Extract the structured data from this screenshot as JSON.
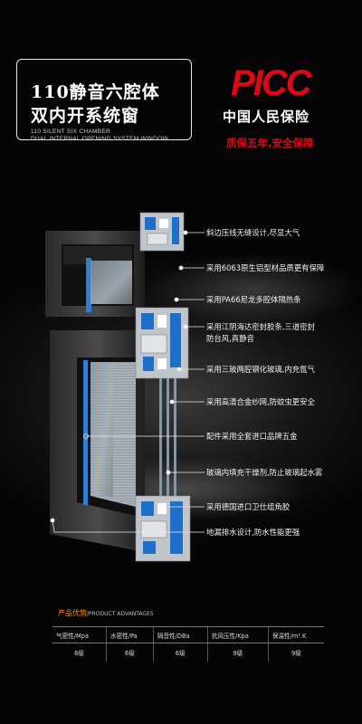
{
  "title": {
    "line1": "110静音六腔体",
    "line2": "双内开系统窗",
    "sub_en_1": "110 SILENT SIX CHAMBER",
    "sub_en_2": "DUAL INTERNAL OPENING SYSTEM WINDOW"
  },
  "brand": {
    "logo": "PICC",
    "name_cn": "中国人民保险",
    "guarantee": "质保五年,安全保障",
    "color": "#e10613"
  },
  "callouts": [
    "斜边压线无缝设计,尽显大气",
    "采用6063原生铝型材品质更有保障",
    "采用PA66尼龙多腔体隔热条",
    "采用江阴海达密封胶条,三道密封",
    "防台风,真静音",
    "采用三玻两腔钢化玻璃,内充氩气",
    "采用高清合金纱网,防蚊虫更安全",
    "配件采用全套进口品牌五金",
    "玻璃内填充干燥剂,防止玻璃起水雾",
    "采用德国进口卫仕组角胶",
    "地漏排水设计,防水性能更强"
  ],
  "advantages": {
    "title_cn": "产品优势",
    "title_en": "/PRODUCT ADVANTAGES",
    "headers": [
      "气密性/Mpa",
      "水密性/Pa",
      "隔音性/DBa",
      "抗风压性/Kpa",
      "保温性/m².K"
    ],
    "values": [
      "8级",
      "6级",
      "6级",
      "9级",
      "9级"
    ]
  }
}
